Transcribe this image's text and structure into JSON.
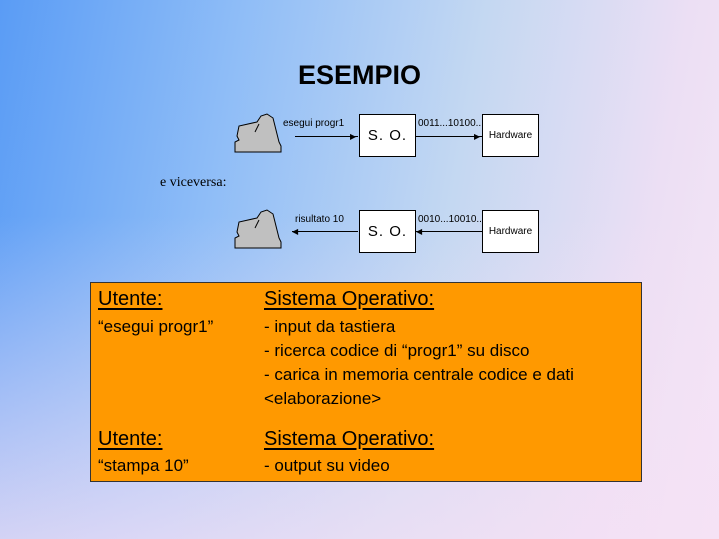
{
  "title": "ESEMPIO",
  "diagram": {
    "row1": {
      "user_label": "esegui progr1",
      "os_label": "S. O.",
      "bits_label": "0011...10100..",
      "hardware_label": "Hardware"
    },
    "separator": "e viceversa:",
    "row2": {
      "user_label": "risultato 10",
      "os_label": "S. O.",
      "bits_label": "0010...10010..",
      "hardware_label": "Hardware"
    }
  },
  "panel": {
    "block1": {
      "user_heading": "Utente:",
      "user_text": "“esegui progr1”",
      "os_heading": "Sistema Operativo:",
      "os_lines": [
        "- input da tastiera",
        "- ricerca codice di “progr1” su disco",
        "- carica in memoria centrale codice e dati",
        "<elaborazione>"
      ]
    },
    "block2": {
      "user_heading": "Utente:",
      "user_text": "“stampa 10”",
      "os_heading": "Sistema Operativo:",
      "os_lines": [
        "- output su video"
      ]
    }
  },
  "colors": {
    "panel": "#ff9900"
  }
}
